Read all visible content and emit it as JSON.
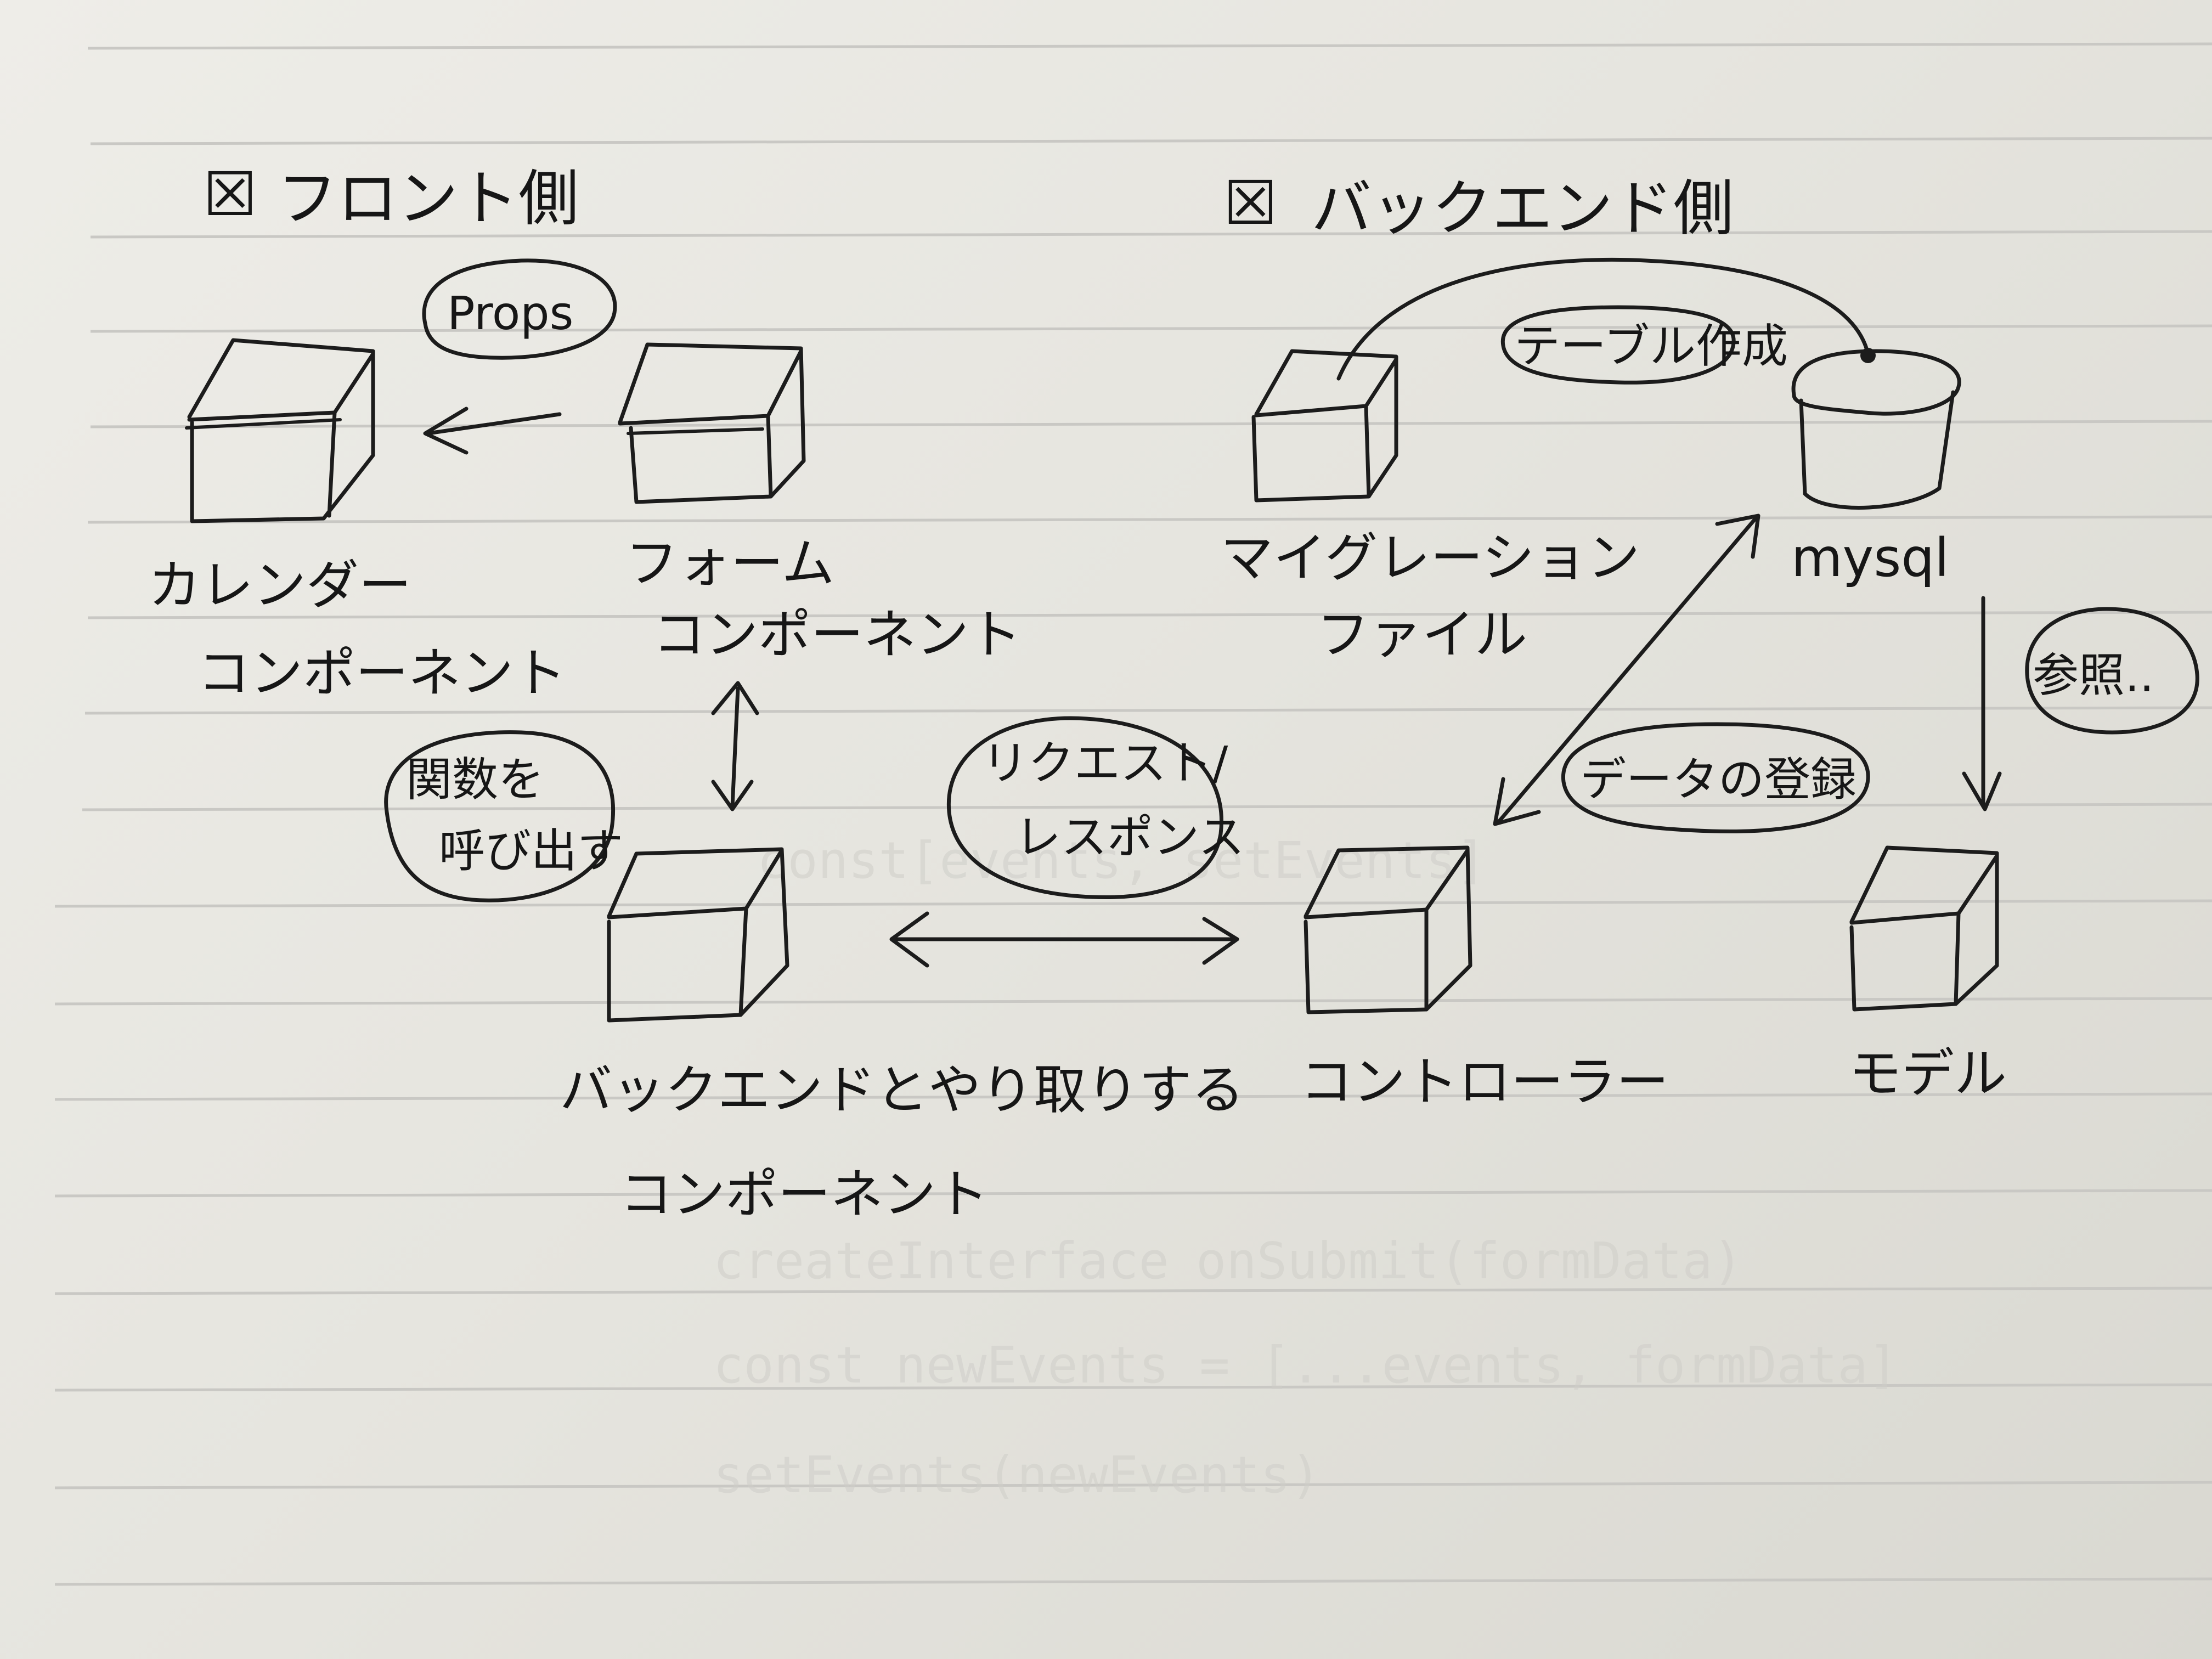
{
  "sections": {
    "front": {
      "checkbox": "☒",
      "title": "フロント側"
    },
    "back": {
      "checkbox": "☒",
      "title": "バックエンド側"
    }
  },
  "nodes": {
    "calendar": {
      "line1": "カレンダー",
      "line2": "コンポーネント"
    },
    "form": {
      "line1": "フォーム",
      "line2": "コンポーネント"
    },
    "backend_component": {
      "line1": "バックエンドとやり取りする",
      "line2": "コンポーネント"
    },
    "migration": {
      "line1": "マイグレーション",
      "line2": "ファイル"
    },
    "mysql": {
      "line1": "mysql"
    },
    "controller": {
      "line1": "コントローラー"
    },
    "model": {
      "line1": "モデル"
    }
  },
  "bubbles": {
    "props": "Props",
    "call_function": {
      "line1": "関数を",
      "line2": "呼び出す"
    },
    "request_response": {
      "line1": "リクエスト/",
      "line2": "レスポンス"
    },
    "create_table": "テーブル作成",
    "register_data": "データの登録",
    "reference": "参照.."
  },
  "faint_backpage_text": [
    "const[events, setEvents]",
    "createInterface",
    "onSubmit(formData)",
    "const newEvents = [...events, formData]",
    "setEvents(newEvents)"
  ]
}
